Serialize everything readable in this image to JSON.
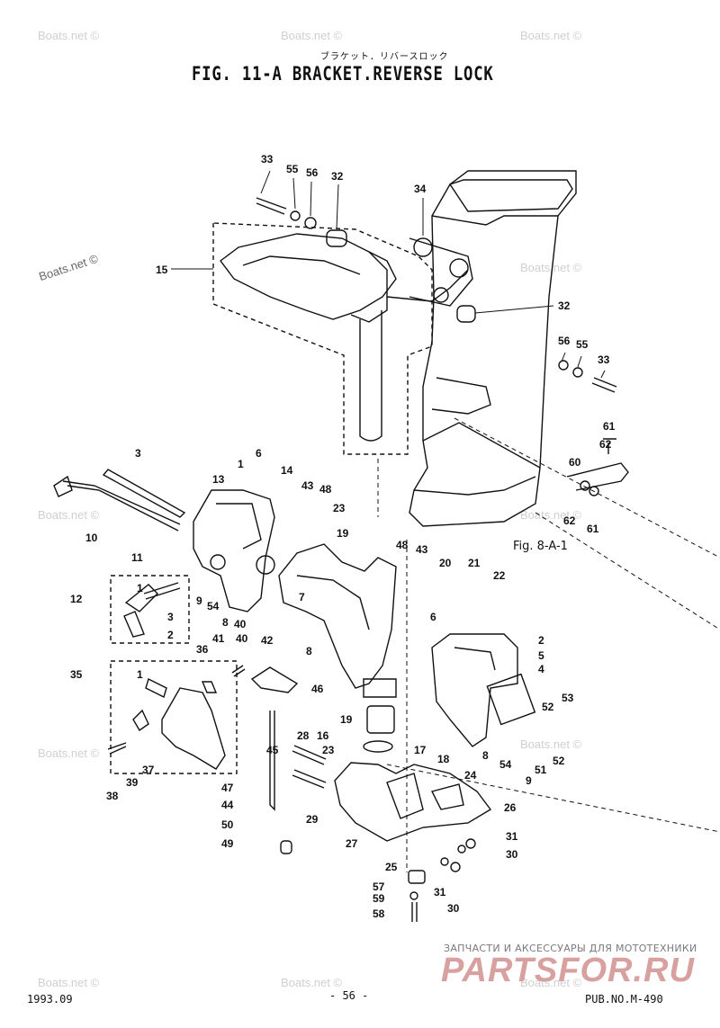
{
  "header": {
    "japanese_title": "ブラケット．リバースロック",
    "figure_title": "FIG. 11-A BRACKET.REVERSE LOCK"
  },
  "cross_reference": "Fig. 8-A-1",
  "part_numbers": [
    "1",
    "2",
    "3",
    "4",
    "5",
    "6",
    "7",
    "8",
    "9",
    "10",
    "11",
    "12",
    "13",
    "14",
    "15",
    "16",
    "17",
    "18",
    "19",
    "20",
    "21",
    "22",
    "23",
    "24",
    "25",
    "26",
    "27",
    "28",
    "29",
    "30",
    "31",
    "32",
    "33",
    "34",
    "35",
    "36",
    "37",
    "38",
    "39",
    "40",
    "41",
    "42",
    "43",
    "44",
    "45",
    "46",
    "47",
    "48",
    "49",
    "50",
    "51",
    "52",
    "53",
    "54",
    "55",
    "56",
    "57",
    "58",
    "59",
    "60",
    "61",
    "62"
  ],
  "footer": {
    "date": "1993.09",
    "page": "- 56 -",
    "publication": "PUB.NO.M-490"
  },
  "watermark": "Boats.net ©",
  "shop_banner": {
    "subtitle": "ЗАПЧАСТИ И АКСЕССУАРЫ ДЛЯ МОТОТЕХНИКИ",
    "logo": "PARTSFOR.RU"
  }
}
